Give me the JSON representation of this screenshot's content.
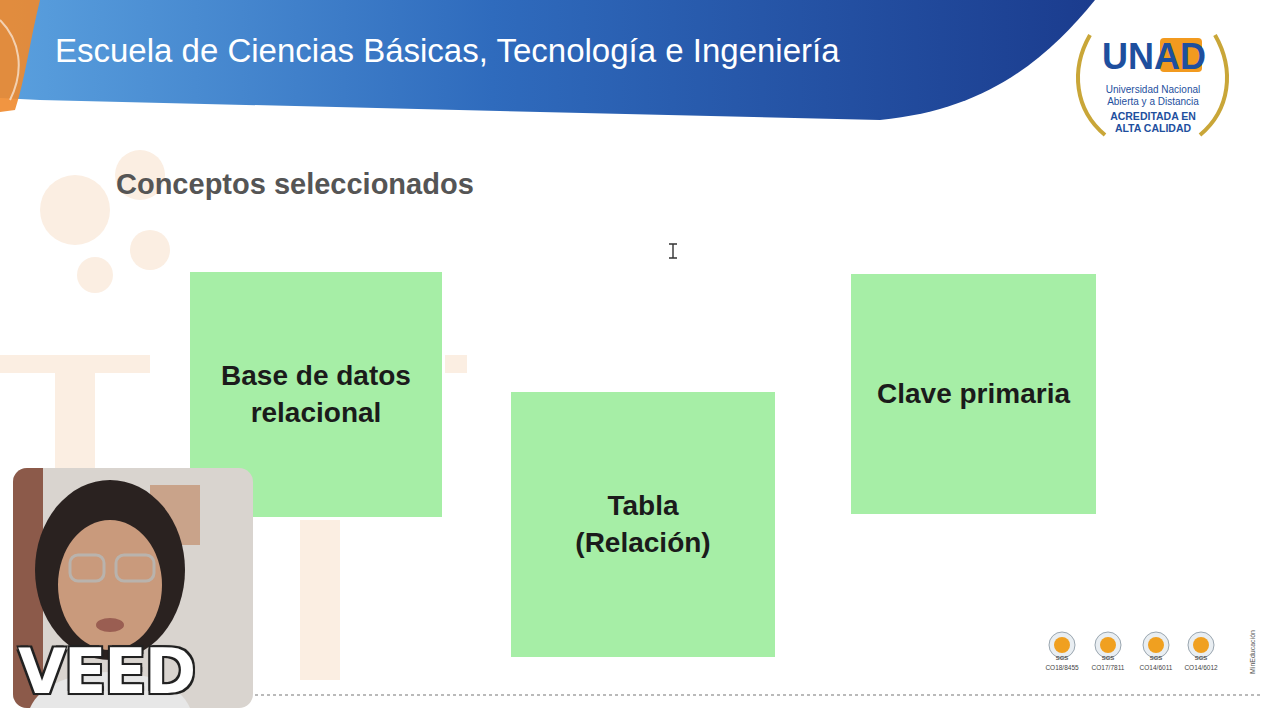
{
  "diagram": {
    "title": "Conceptos seleccionados",
    "nodes": [
      {
        "text": [
          "Base de datos relacional"
        ]
      },
      {
        "text": [
          "Tabla (Relación)"
        ]
      },
      {
        "text": [
          "Clave primaria"
        ]
      }
    ],
    "labels": [
      "Escuela de Ciencias Básicas, Tecnología e Ingeniería",
      "UNAD",
      "Universidad Nacional Abierta y a Distancia",
      "ACREDITADA EN ALTA CALIDAD",
      "VEED",
      "SGS",
      "SGS",
      "SGS",
      "SGS",
      "CO18/8455",
      "CO17/7811",
      "CO14/6011",
      "CO14/6012",
      "MinEducación"
    ]
  }
}
